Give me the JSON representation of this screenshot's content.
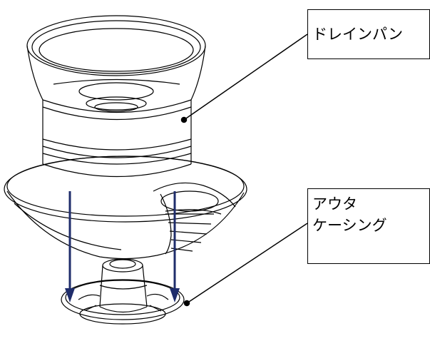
{
  "labels": {
    "drain_pan": "ドレインパン",
    "outer_casing_line1": "アウタ",
    "outer_casing_line2": "ケーシング"
  },
  "colors": {
    "arrow": "#1f2d6b",
    "line": "#000000",
    "background": "#ffffff"
  }
}
